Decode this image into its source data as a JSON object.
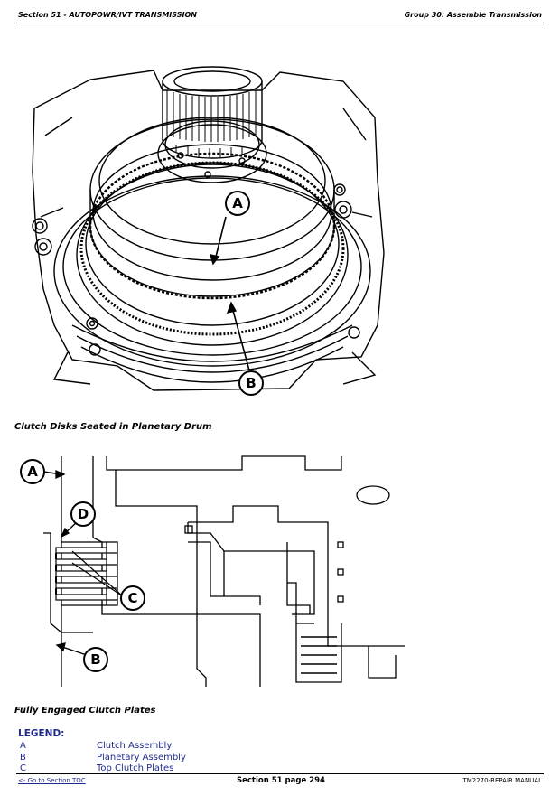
{
  "header": {
    "left": "Section 51 - AUTOPOWR/IVT TRANSMISSION",
    "right": "Group 30: Assemble Transmission"
  },
  "figure1": {
    "caption": "Clutch Disks Seated in Planetary Drum",
    "callouts": [
      "A",
      "B"
    ]
  },
  "figure2": {
    "caption": "Fully Engaged Clutch Plates",
    "callouts": [
      "A",
      "B",
      "C",
      "D"
    ]
  },
  "legend": {
    "title": "LEGEND:",
    "items": [
      {
        "key": "A",
        "label": "Clutch Assembly"
      },
      {
        "key": "B",
        "label": "Planetary Assembly"
      },
      {
        "key": "C",
        "label": "Top Clutch Plates"
      }
    ]
  },
  "footer": {
    "left_link": "<- Go to Section TOC",
    "center": "Section 51 page 294",
    "right": "TM2270-REPAIR MANUAL"
  },
  "colors": {
    "legend_text": "#1f2a8c",
    "link": "#1f2a8c",
    "line_art": "#000000"
  }
}
